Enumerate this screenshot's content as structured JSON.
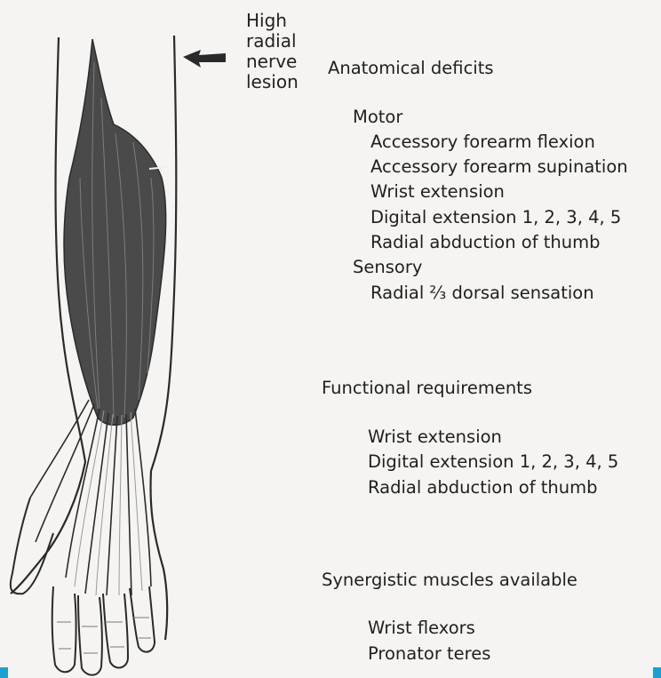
{
  "lesion_label": [
    "High",
    "radial",
    "nerve",
    "lesion"
  ],
  "sections": {
    "anatomical": {
      "title": "Anatomical deficits",
      "motor": {
        "label": "Motor",
        "items": [
          "Accessory forearm flexion",
          "Accessory forearm supination",
          "Wrist extension",
          "Digital extension 1, 2, 3, 4, 5",
          "Radial abduction of thumb"
        ]
      },
      "sensory": {
        "label": "Sensory",
        "items": [
          "Radial ⅔ dorsal sensation"
        ]
      }
    },
    "functional": {
      "title": "Functional requirements",
      "items": [
        "Wrist extension",
        "Digital extension 1, 2, 3, 4, 5",
        "Radial abduction of thumb"
      ]
    },
    "synergistic": {
      "title": "Synergistic muscles available",
      "items": [
        "Wrist flexors",
        "Pronator teres"
      ]
    }
  },
  "colors": {
    "background": "#f5f4f2",
    "muscle": "#4a4a4a",
    "edge_mark": "#1f9fd0"
  }
}
